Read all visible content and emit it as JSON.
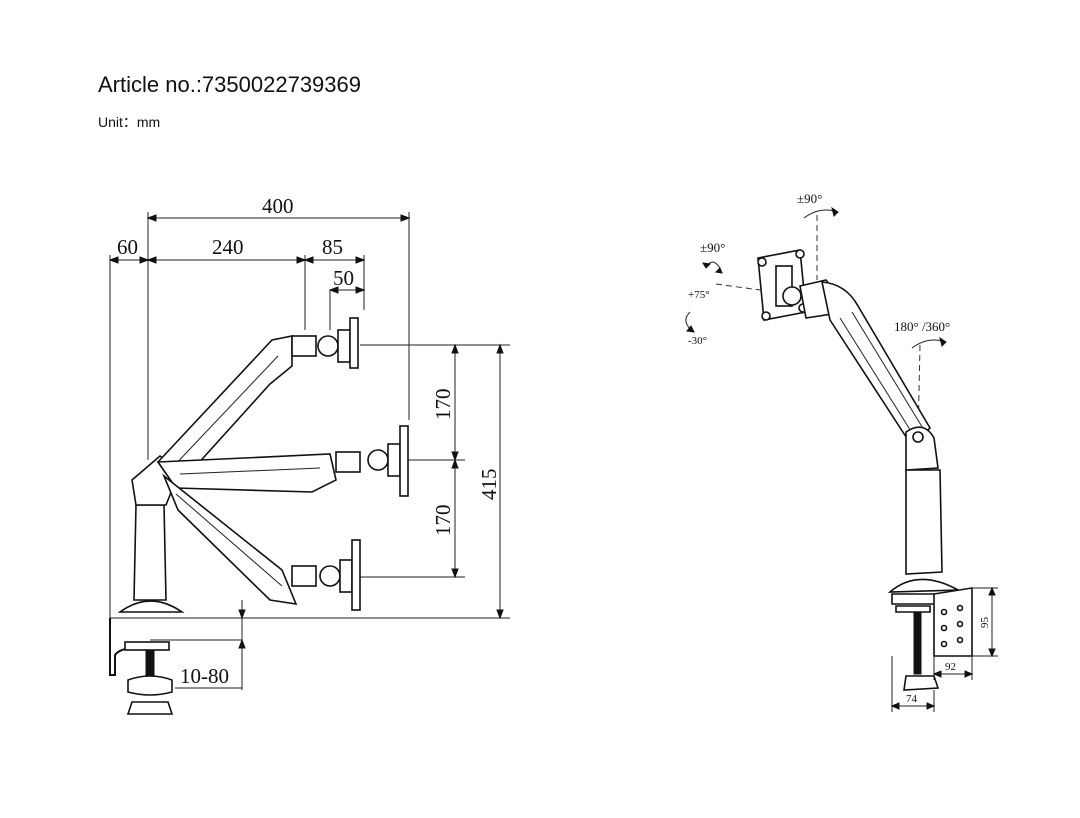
{
  "header": {
    "article": "Article no.:7350022739369",
    "unit": "Unit：mm"
  },
  "left_view": {
    "dim_total_width": "400",
    "dim_offset": "60",
    "dim_arm": "240",
    "dim_head": "85",
    "dim_plate": "50",
    "dim_upper_range": "170",
    "dim_lower_range": "170",
    "dim_height": "415",
    "dim_clamp": "10-80"
  },
  "right_view": {
    "swivel_top": "±90°",
    "rotate_left": "±90°",
    "tilt_up": "+75°",
    "tilt_down": "-30°",
    "base_rotation": "180° /360°",
    "clamp_height": "95",
    "clamp_width": "92",
    "clamp_depth": "74"
  }
}
